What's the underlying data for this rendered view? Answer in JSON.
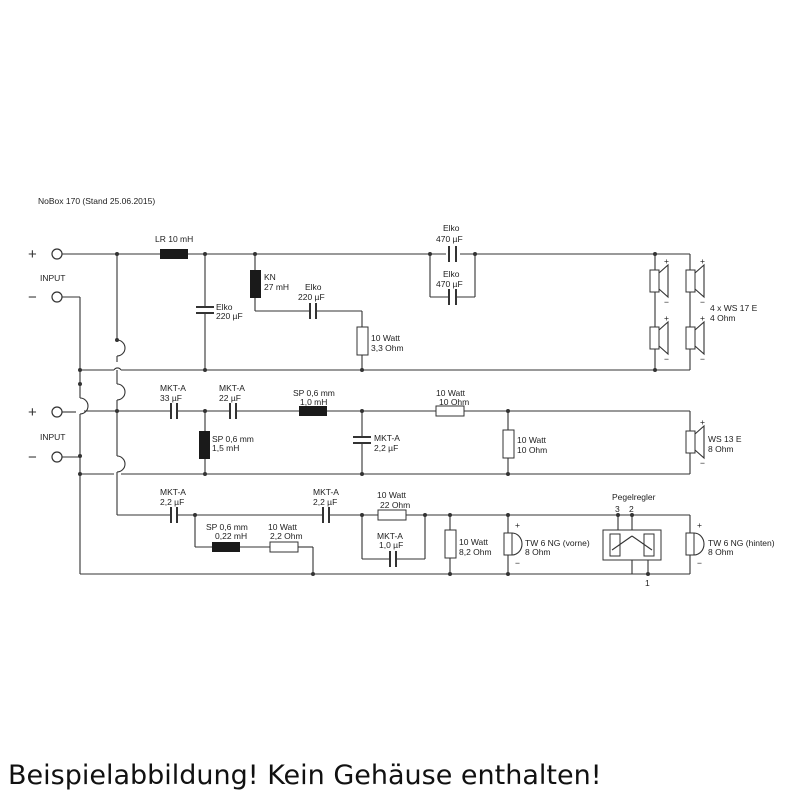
{
  "title": "NoBox 170 (Stand 25.06.2015)",
  "caption": "Beispielabbildung! Kein Gehäuse enthalten!",
  "terminals": {
    "plus": "+",
    "minus": "−",
    "input": "INPUT"
  },
  "woofer_section": {
    "lr": "LR 10 mH",
    "elko1": [
      "Elko",
      "220 µF"
    ],
    "kn": [
      "KN",
      "27 mH"
    ],
    "elko2": [
      "Elko",
      "220 µF"
    ],
    "res": [
      "10 Watt",
      "3,3 Ohm"
    ],
    "elko3": [
      "Elko",
      "470 µF"
    ],
    "elko4": [
      "Elko",
      "470 µF"
    ],
    "speaker": [
      "4 x WS 17 E",
      "4 Ohm"
    ]
  },
  "mid_section": {
    "c1": [
      "MKT-A",
      "33 µF"
    ],
    "c2": [
      "MKT-A",
      "22 µF"
    ],
    "l1": [
      "SP 0,6 mm",
      "1,0 mH"
    ],
    "l2": [
      "SP 0,6 mm",
      "1,5 mH"
    ],
    "c3": [
      "MKT-A",
      "2,2 µF"
    ],
    "r1": [
      "10 Watt",
      "10 Ohm"
    ],
    "r2": [
      "10 Watt",
      "10 Ohm"
    ],
    "speaker": [
      "WS 13 E",
      "8 Ohm"
    ]
  },
  "tweeter_section": {
    "c1": [
      "MKT-A",
      "2,2 µF"
    ],
    "l1": [
      "SP 0,6 mm",
      "0,22 mH"
    ],
    "r1": [
      "10 Watt",
      "2,2 Ohm"
    ],
    "c2": [
      "MKT-A",
      "2,2 µF"
    ],
    "r2": [
      "10 Watt",
      "22 Ohm"
    ],
    "c3": [
      "MKT-A",
      "1,0 µF"
    ],
    "r3": [
      "10 Watt",
      "8,2 Ohm"
    ],
    "tw1": [
      "TW 6 NG (vorne)",
      "8 Ohm"
    ],
    "pegel": "Pegelregler",
    "pin3": "3",
    "pin2": "2",
    "pin1": "1",
    "tw2": [
      "TW 6 NG (hinten)",
      "8 Ohm"
    ]
  }
}
